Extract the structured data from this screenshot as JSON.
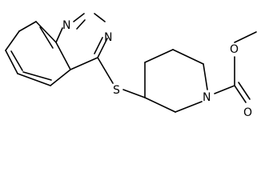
{
  "molecule": {
    "atoms": {
      "n1": "N",
      "n3": "N",
      "s": "S",
      "n_pip": "N",
      "o_methoxy": "O",
      "o_carbonyl": "O"
    },
    "colors": {
      "bond": "#000000",
      "label": "#000000",
      "background": "#ffffff"
    }
  }
}
